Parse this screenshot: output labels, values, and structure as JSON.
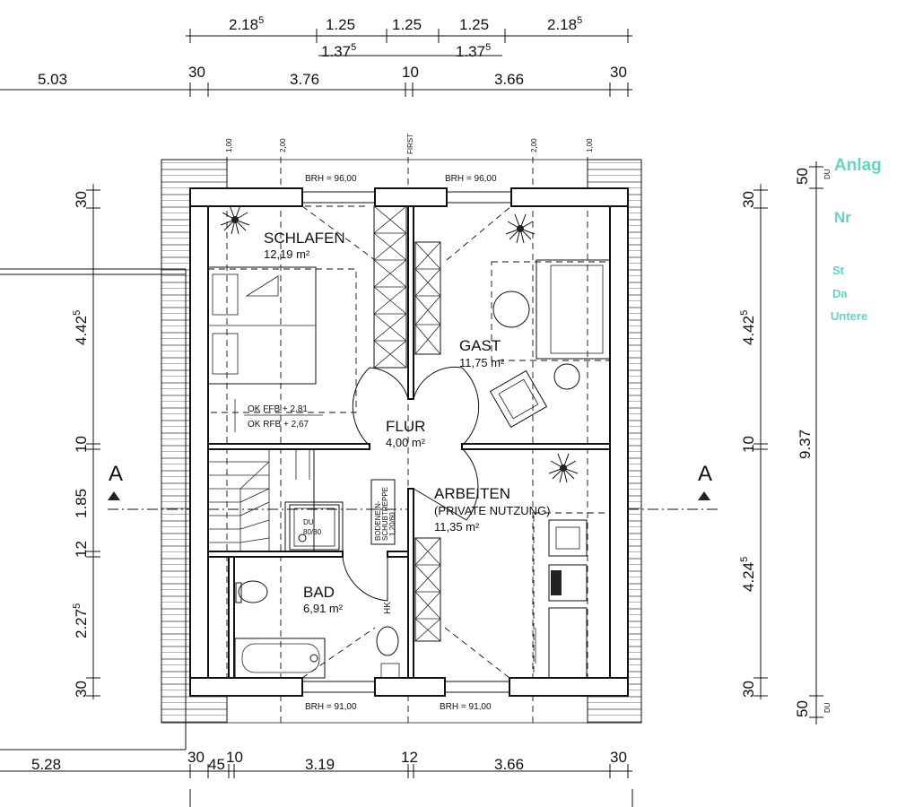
{
  "top_dims_row1": {
    "a": "2.18",
    "a_sup": "5",
    "b": "1.25",
    "c": "1.25",
    "d": "1.25",
    "e": "2.18",
    "e_sup": "5"
  },
  "top_dims_row2": {
    "a": "1.37",
    "a_sup": "5",
    "b": "1.37",
    "b_sup": "5"
  },
  "top_dims_row3": {
    "left": "5.03",
    "a": "30",
    "b": "3.76",
    "c": "10",
    "d": "3.66",
    "e": "30"
  },
  "bottom_dims": {
    "left": "5.28",
    "a": "30",
    "b": "45",
    "c": "10",
    "d": "3.19",
    "e": "12",
    "f": "3.66",
    "g": "30"
  },
  "left_dims": {
    "a": "30",
    "b": "4.42",
    "b_sup": "5",
    "c": "10",
    "d": "1.85",
    "e": "12",
    "f": "2.27",
    "f_sup": "5",
    "g": "30"
  },
  "right_dims": {
    "a": "30",
    "b": "4.42",
    "b_sup": "5",
    "c": "10",
    "d": "4.24",
    "d_sup": "5",
    "e": "30",
    "total": "9.37",
    "du_top": "50",
    "du_bottom": "50",
    "du_label": "DU"
  },
  "axis_marks": {
    "l1": "1,00",
    "l2": "2,00",
    "first": "FIRST",
    "r2": "2,00",
    "r1": "1,00"
  },
  "brh": {
    "top_left": "BRH = 96,00",
    "top_right": "BRH = 96,00",
    "bottom_left": "BRH = 91,00",
    "bottom_right": "BRH = 91,00"
  },
  "rooms": {
    "schlafen": {
      "name": "SCHLAFEN",
      "area": "12,19 m²"
    },
    "gast": {
      "name": "GAST",
      "area": "11,75 m²"
    },
    "flur": {
      "name": "FLUR",
      "area": "4,00 m²"
    },
    "arbeiten": {
      "name": "ARBEITEN",
      "sub": "(PRIVATE NUTZUNG)",
      "area": "11,35 m²"
    },
    "bad": {
      "name": "BAD",
      "area": "6,91 m²"
    }
  },
  "notes": {
    "ok_ffb": "OK FFB + 2,81",
    "ok_rfb": "OK RFB + 2,67",
    "du": "DU",
    "du_size": "80/80",
    "hk": "HK",
    "bodentreppe_1": "BODENEIN-",
    "bodentreppe_2": "SCHUBTREPPE",
    "bodentreppe_3": "1,20/60"
  },
  "section": {
    "left": "A",
    "right": "A"
  },
  "stamp": {
    "line1": "Anlag",
    "line2": "Nr",
    "line3": "St",
    "line4": "Da",
    "line5": "Untere"
  },
  "colors": {
    "stamp": "#3fc9b5",
    "ink": "#111111"
  }
}
